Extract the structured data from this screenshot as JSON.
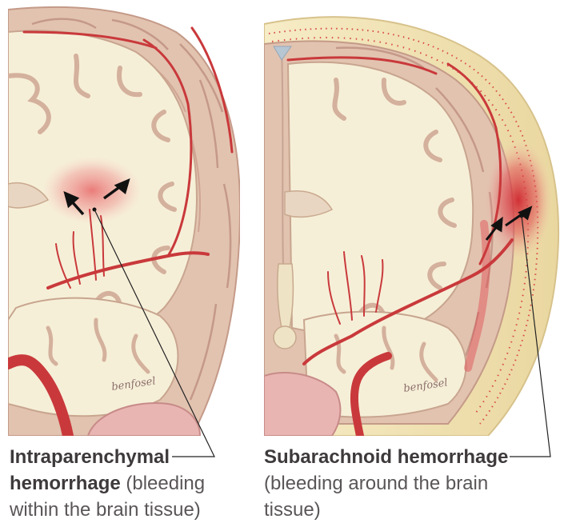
{
  "panels": [
    {
      "id": "intraparenchymal",
      "caption_bold_1": "Intraparenchymal",
      "caption_bold_2": "hemorrhage",
      "caption_rest_1": " (bleeding",
      "caption_rest_2": "within the brain tissue)"
    },
    {
      "id": "subarachnoid",
      "caption_bold_1": "Subarachnoid hemorrhage",
      "caption_rest_1": "(bleeding around the brain",
      "caption_rest_2": "tissue)"
    }
  ],
  "signature": "benfosel",
  "colors": {
    "gyri": "#e3c4b2",
    "white_matter": "#f7f1dc",
    "vessel": "#c9393b",
    "hemorrhage": "#e0444a",
    "skull": "#f1e2b0",
    "leader_line": "#222222",
    "caption_text": "#5a5657"
  }
}
